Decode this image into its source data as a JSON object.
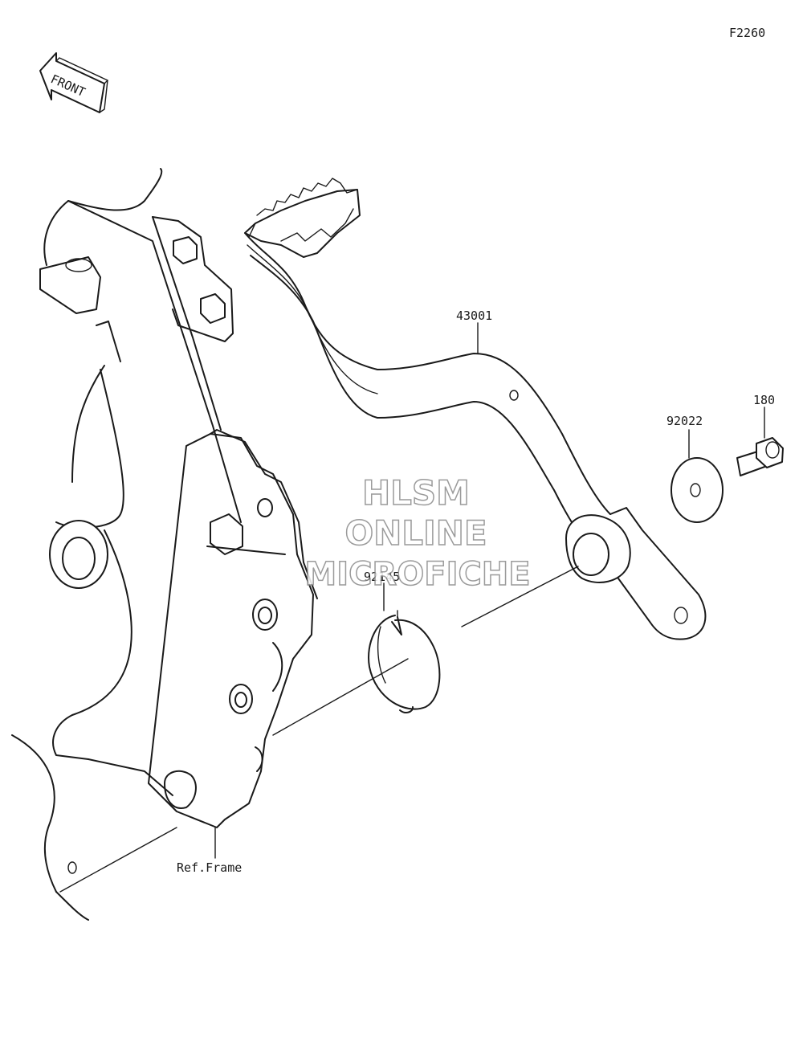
{
  "diagram_code": "F2260",
  "front_arrow_label": "FRONT",
  "watermark": {
    "line1": "HLSM",
    "line2": "ONLINE",
    "line3": "MICROFICHE"
  },
  "callouts": {
    "pedal": "43001",
    "washer": "92022",
    "bolt": "180",
    "spring": "92145",
    "frame": "Ref.Frame"
  }
}
